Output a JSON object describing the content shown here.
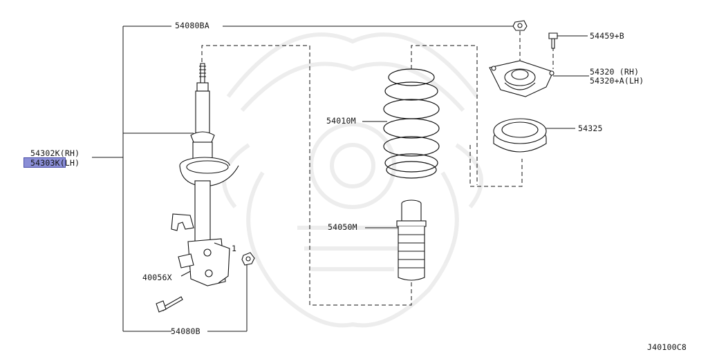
{
  "labels": {
    "l54080BA": "54080BA",
    "l54459B": "54459+B",
    "l54320RH": "54320 (RH)",
    "l54320ALH": "54320+A(LH)",
    "l54010M": "54010M",
    "l54325": "54325",
    "l54302K": "54302K(RH)",
    "l54303K": "54303K(LH)",
    "l54050M": "54050M",
    "one": "1",
    "l40056X": "40056X",
    "l54080B": "54080B",
    "code": "J40100C8"
  },
  "highlight_color": "#8a8ed6"
}
